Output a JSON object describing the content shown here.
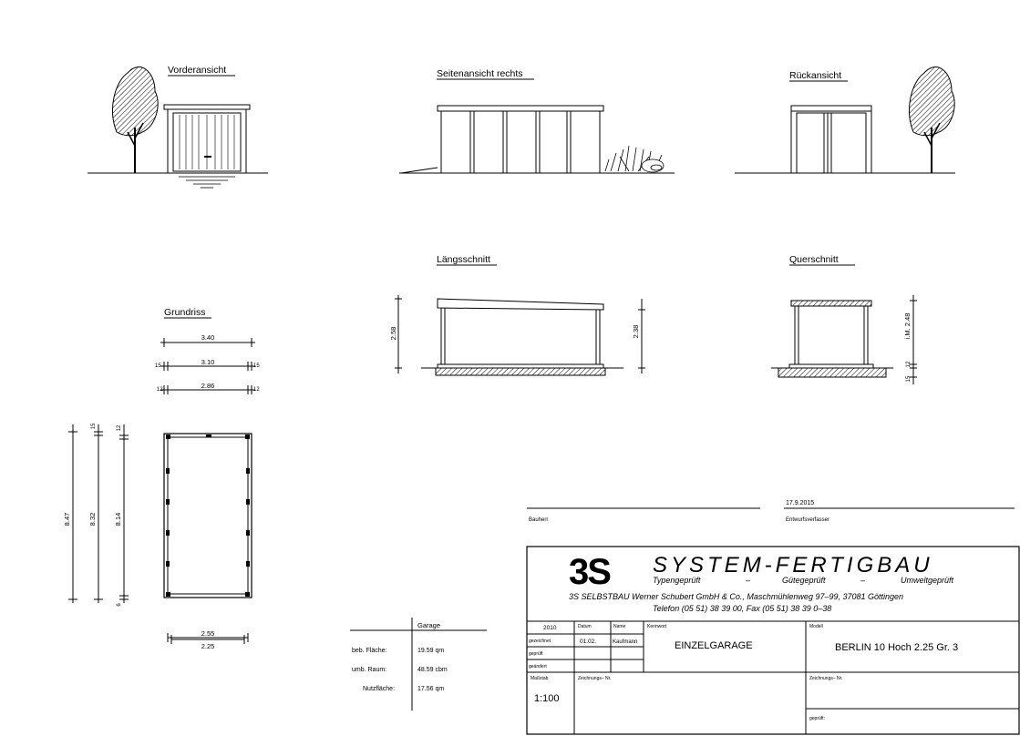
{
  "views": {
    "front": "Vorderansicht",
    "side": "Seitenansicht rechts",
    "rear": "Rückansicht",
    "long_section": "Längsschnitt",
    "cross_section": "Querschnitt",
    "floor_plan": "Grundriss"
  },
  "dims": {
    "plan_top": [
      "3.40",
      "3.10",
      "2.86"
    ],
    "plan_left_edges": [
      "15",
      "15",
      "12",
      "12"
    ],
    "plan_left": [
      "8.47",
      "8.32",
      "8.14"
    ],
    "plan_left_ticks": [
      "15",
      "12",
      "6"
    ],
    "plan_bottom": [
      "2.55",
      "2.25"
    ],
    "long_section_heights": [
      "2.58",
      "2.38"
    ],
    "cross_section_height": "i.M. 2.48",
    "cross_section_small": [
      "12",
      "15"
    ]
  },
  "table": {
    "header": "Garage",
    "rows": [
      {
        "label": "beb. Fläche:",
        "value": "19.59 qm"
      },
      {
        "label": "umb. Raum:",
        "value": "48.59 cbm"
      },
      {
        "label": "Nutzfläche:",
        "value": "17.56 qm"
      }
    ]
  },
  "signature": {
    "date": "17.9.2015",
    "left_label": "Bauherr",
    "right_label": "Entwurfsverfasser"
  },
  "titleblock": {
    "logo": "3S",
    "company": "SYSTEM-FERTIGBAU",
    "tagline": [
      "Typengeprüft",
      "–",
      "Gütegeprüft",
      "–",
      "Umweltgeprüft"
    ],
    "address": "3S SELBSTBAU Werner Schubert GmbH & Co., Maschmühlenweg 97–99, 37081 Göttingen",
    "phone": "Telefon (05 51) 38 39 00, Fax (05 51) 38 39 0–38",
    "year": "2010",
    "col_datum": "Datum",
    "col_name": "Name",
    "row_gezeichnet": "gezeichnet",
    "row_geprueft": "geprüft",
    "row_geaendert": "geändert",
    "datum_value": "01.02.",
    "name_value": "Kaufmann",
    "objekt_label": "Kennwort",
    "objekt_value": "EINZELGARAGE",
    "modell_label": "Modell",
    "modell_value": "BERLIN 10 Hoch 2.25 Gr. 3",
    "massstab_label": "Maßstab",
    "massstab_value": "1:100",
    "zeichnung_label": "Zeichnungs– Nr.",
    "zeichnung_label2": "Zeichnungs– Nr.",
    "geprueft2": "geprüft:"
  }
}
